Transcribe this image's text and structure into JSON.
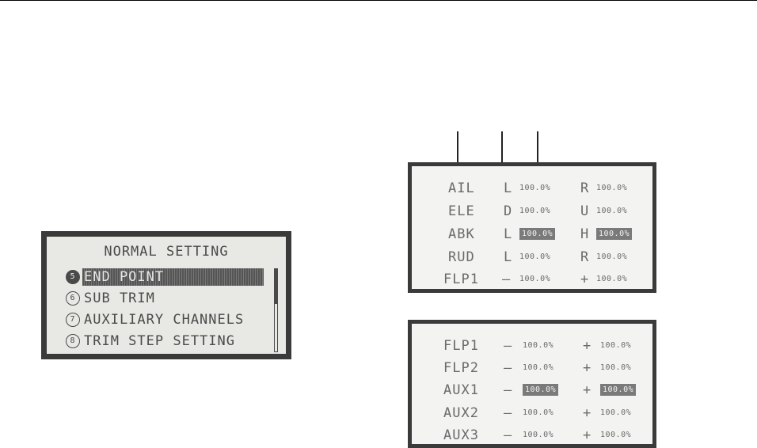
{
  "normal_setting": {
    "title": "NORMAL SETTING",
    "items": [
      {
        "num": "5",
        "label": "END POINT",
        "selected": true
      },
      {
        "num": "6",
        "label": "SUB TRIM",
        "selected": false
      },
      {
        "num": "7",
        "label": "AUXILIARY CHANNELS",
        "selected": false
      },
      {
        "num": "8",
        "label": "TRIM STEP SETTING",
        "selected": false
      }
    ]
  },
  "end_point_screen_1": {
    "rows": [
      {
        "channel": "AIL",
        "left": "L",
        "left_value": "100.0%",
        "right": "R",
        "right_value": "100.0%"
      },
      {
        "channel": "ELE",
        "left": "D",
        "left_value": "100.0%",
        "right": "U",
        "right_value": "100.0%"
      },
      {
        "channel": "ABK",
        "left": "L",
        "left_value": "100.0%",
        "right": "H",
        "right_value": "100.0%"
      },
      {
        "channel": "RUD",
        "left": "L",
        "left_value": "100.0%",
        "right": "R",
        "right_value": "100.0%"
      },
      {
        "channel": "FLP1",
        "left": "—",
        "left_value": "100.0%",
        "right": "+",
        "right_value": "100.0%"
      }
    ]
  },
  "end_point_screen_2": {
    "rows": [
      {
        "channel": "FLP1",
        "left": "—",
        "left_value": "100.0%",
        "right": "+",
        "right_value": "100.0%"
      },
      {
        "channel": "FLP2",
        "left": "—",
        "left_value": "100.0%",
        "right": "+",
        "right_value": "100.0%"
      },
      {
        "channel": "AUX1",
        "left": "—",
        "left_value": "100.0%",
        "right": "+",
        "right_value": "100.0%"
      },
      {
        "channel": "AUX2",
        "left": "—",
        "left_value": "100.0%",
        "right": "+",
        "right_value": "100.0%"
      },
      {
        "channel": "AUX3",
        "left": "—",
        "left_value": "100.0%",
        "right": "+",
        "right_value": "100.0%"
      }
    ]
  }
}
